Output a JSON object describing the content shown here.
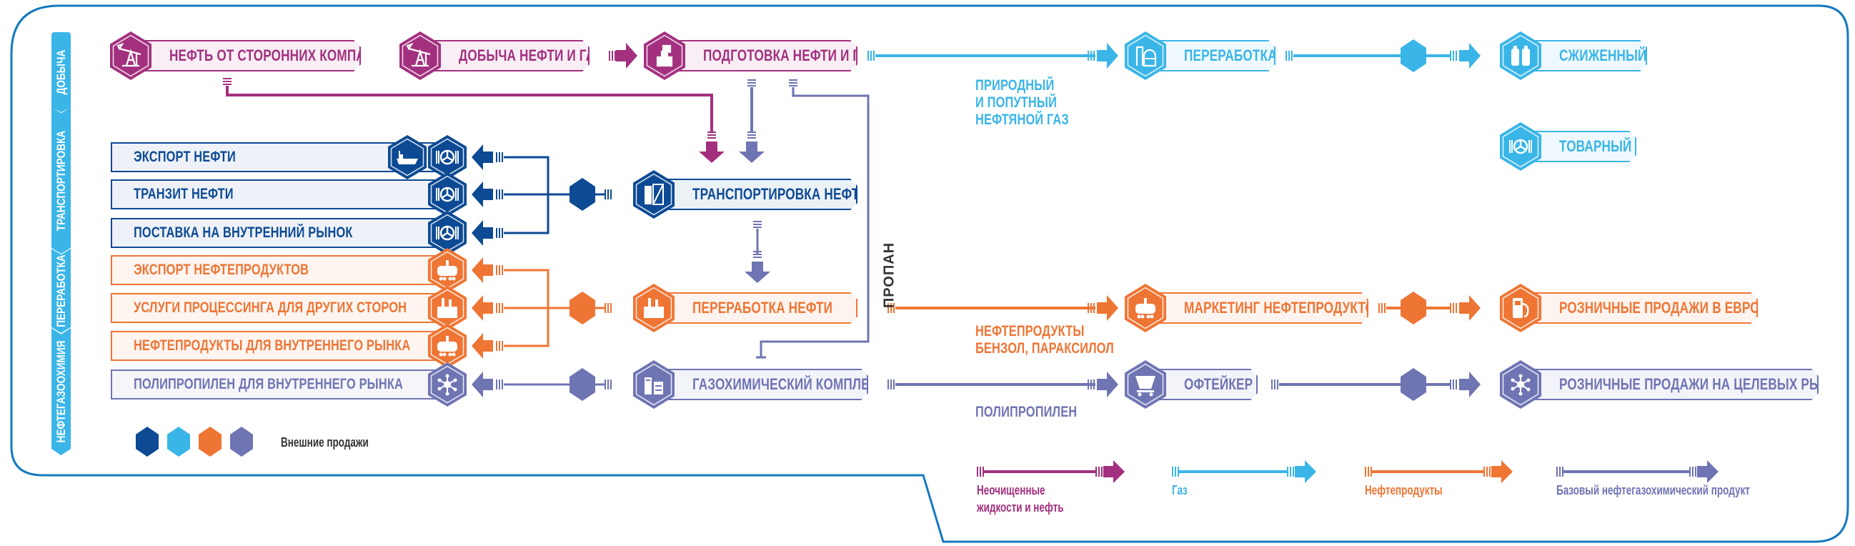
{
  "colors": {
    "frame": "#1479c0",
    "sidebar": "#3ab5e8",
    "crude": "#a3307f",
    "gas": "#3ab5e8",
    "transport": "#0d4a94",
    "products": "#ef7534",
    "petchem": "#6f74b3",
    "text_dark": "#333333"
  },
  "sidebar": {
    "sections": [
      {
        "label": "ДОБЫЧА"
      },
      {
        "label": "ТРАНСПОРТИРОВКА"
      },
      {
        "label": "ПЕРЕРАБОТКА"
      },
      {
        "label": "НЕФТЕГАЗООХИМИЯ"
      }
    ]
  },
  "nodes": {
    "third_party_oil": {
      "label": "НЕФТЬ ОТ СТОРОННИХ КОМПАНИЙ",
      "icon": "oil-pump-icon"
    },
    "production": {
      "label": "ДОБЫЧА НЕФТИ И ГАЗА",
      "icon": "oil-pump-icon"
    },
    "preparation": {
      "label": "ПОДГОТОВКА НЕФТИ И ГАЗА",
      "icon": "plant-icon"
    },
    "gas_processing": {
      "label": "ПЕРЕРАБОТКА ГАЗА",
      "icon": "gas-plant-icon"
    },
    "lpg": {
      "label": "СЖИЖЕННЫЙ ГАЗ",
      "icon": "gas-cylinders-icon"
    },
    "commercial_gas": {
      "label": "ТОВАРНЫЙ ГАЗ",
      "icon": "valve-icon"
    },
    "oil_transport": {
      "label": "ТРАНСПОРТИРОВКА НЕФТИ",
      "icon": "tank-icon"
    },
    "oil_refining": {
      "label": "ПЕРЕРАБОТКА НЕФТИ",
      "icon": "refinery-icon"
    },
    "gas_chem": {
      "label": "ГАЗОХИМИЧЕСКИЙ КОМПЛЕКС",
      "icon": "chem-plant-icon"
    },
    "marketing": {
      "label": "МАРКЕТИНГ НЕФТЕПРОДУКТОВ",
      "icon": "rail-tank-icon"
    },
    "retail_europe": {
      "label": "РОЗНИЧНЫЕ ПРОДАЖИ В ЕВРОПЕ",
      "icon": "fuel-pump-icon"
    },
    "offtaker": {
      "label": "ОФТЕЙКЕР",
      "icon": "hopper-car-icon"
    },
    "retail_target": {
      "label": "РОЗНИЧНЫЕ ПРОДАЖИ НА ЦЕЛЕВЫХ РЫНКАХ",
      "icon": "molecule-icon"
    }
  },
  "outputs": [
    {
      "label": "ЭКСПОРТ НЕФТИ",
      "group": "transport",
      "icons": [
        "tanker-ship-icon",
        "valve-icon"
      ]
    },
    {
      "label": "ТРАНЗИТ НЕФТИ",
      "group": "transport",
      "icons": [
        "valve-icon"
      ]
    },
    {
      "label": "ПОСТАВКА НА ВНУТРЕННИЙ РЫНОК",
      "group": "transport",
      "icons": [
        "valve-icon"
      ]
    },
    {
      "label": "ЭКСПОРТ НЕФТЕПРОДУКТОВ",
      "group": "products",
      "icons": [
        "rail-tank-icon"
      ]
    },
    {
      "label": "УСЛУГИ ПРОЦЕССИНГА ДЛЯ ДРУГИХ СТОРОН",
      "group": "products",
      "icons": [
        "refinery-icon"
      ]
    },
    {
      "label": "НЕФТЕПРОДУКТЫ ДЛЯ ВНУТРЕННЕГО РЫНКА",
      "group": "products",
      "icons": [
        "rail-tank-icon"
      ]
    },
    {
      "label": "ПОЛИПРОПИЛЕН ДЛЯ ВНУТРЕННЕГО РЫНКА",
      "group": "petchem",
      "icons": [
        "molecule-icon"
      ]
    }
  ],
  "flow_labels": {
    "gas": "ПРИРОДНЫЙ\nИ ПОПУТНЫЙ\nНЕФТЯНОЙ ГАЗ",
    "gas_lines": [
      "ПРИРОДНЫЙ",
      "И ПОПУТНЫЙ",
      "НЕФТЯНОЙ ГАЗ"
    ],
    "propane": "ПРОПАН",
    "products_lines": [
      "НЕФТЕПРОДУКТЫ",
      "БЕНЗОЛ, ПАРАКСИЛОЛ"
    ],
    "polypropylene": "ПОЛИПРОПИЛЕН"
  },
  "external_sales_legend": {
    "label": "Внешние продажи",
    "swatches": [
      "transport",
      "gas",
      "products",
      "petchem"
    ]
  },
  "flow_legend": [
    {
      "label_lines": [
        "Неочищенные",
        "жидкости и нефть"
      ],
      "color_key": "crude"
    },
    {
      "label_lines": [
        "Газ"
      ],
      "color_key": "gas"
    },
    {
      "label_lines": [
        "Нефтепродукты"
      ],
      "color_key": "products"
    },
    {
      "label_lines": [
        "Базовый нефтегазохимический продукт"
      ],
      "color_key": "petchem"
    }
  ]
}
